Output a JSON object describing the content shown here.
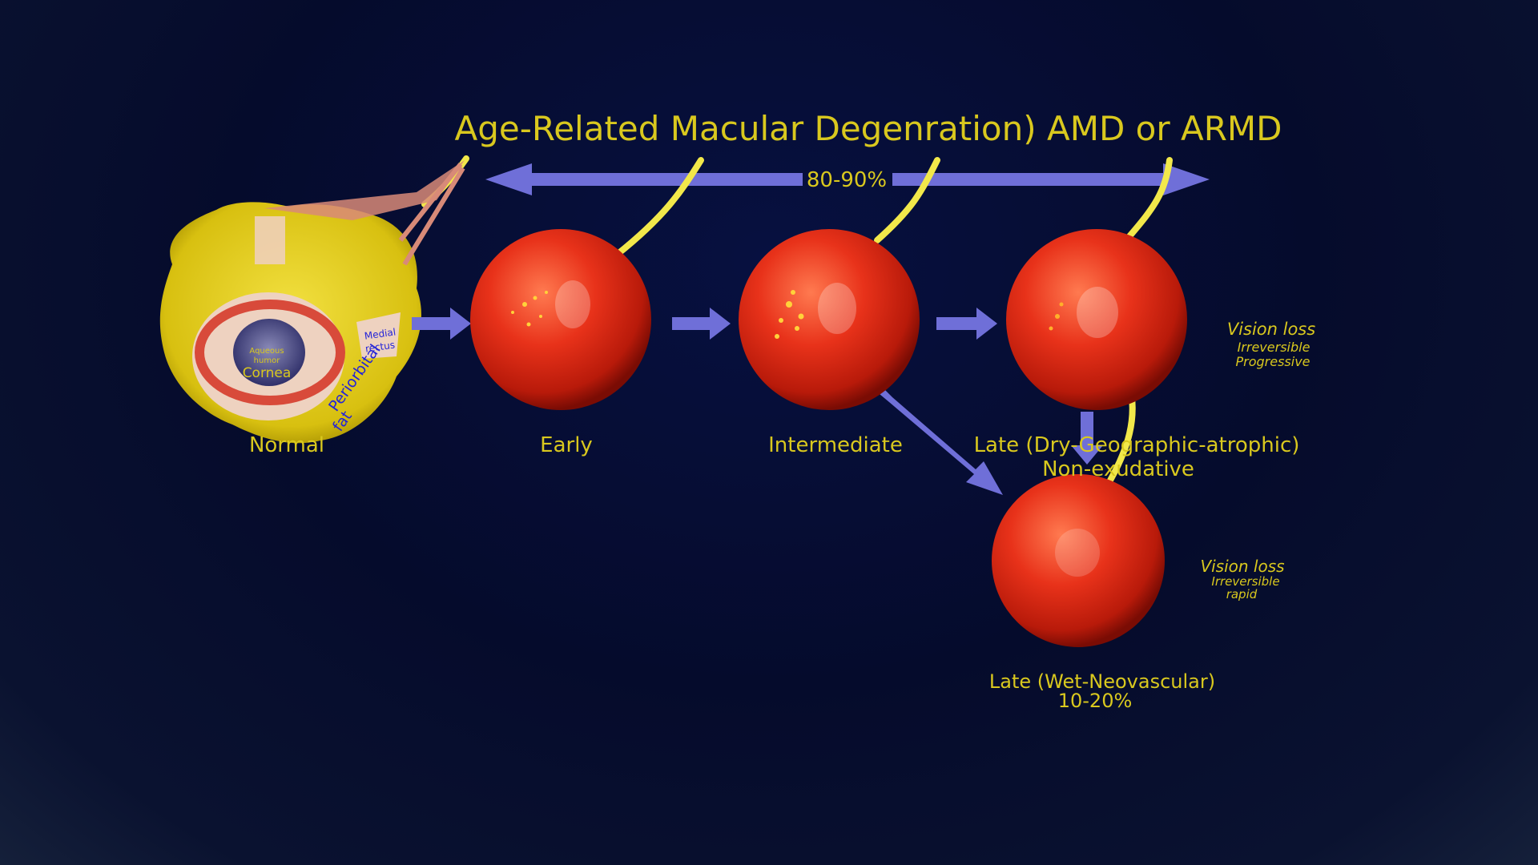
{
  "title": "Age-Related Macular Degenration) AMD or ARMD",
  "range_arrow": {
    "label": "80-90%"
  },
  "stages": {
    "normal": "Normal",
    "early": "Early",
    "intermediate": "Intermediate",
    "late_dry": "Late (Dry-Geographic-atrophic)",
    "late_dry_sub": "Non-exudative",
    "late_wet": "Late (Wet-Neovascular)",
    "late_wet_sub": "10-20%"
  },
  "eye_labels": {
    "aqueous": "Aqueous",
    "humor": "humor",
    "cornea": "Cornea",
    "medial": "Medial",
    "rectus": "rectus",
    "periorbital": "Periorbital",
    "fat": "fat"
  },
  "dry_outcome": {
    "title": "Vision loss",
    "line1": "Irreversible",
    "line2": "Progressive"
  },
  "wet_outcome": {
    "title": "Vision loss",
    "line1": "Irreversible",
    "line2": "rapid"
  },
  "colors": {
    "text": "#d9c81e",
    "arrow": "#6f6fd8",
    "nerve": "#f2e84a",
    "retina": "#e8321a",
    "background": "#050b2c"
  }
}
